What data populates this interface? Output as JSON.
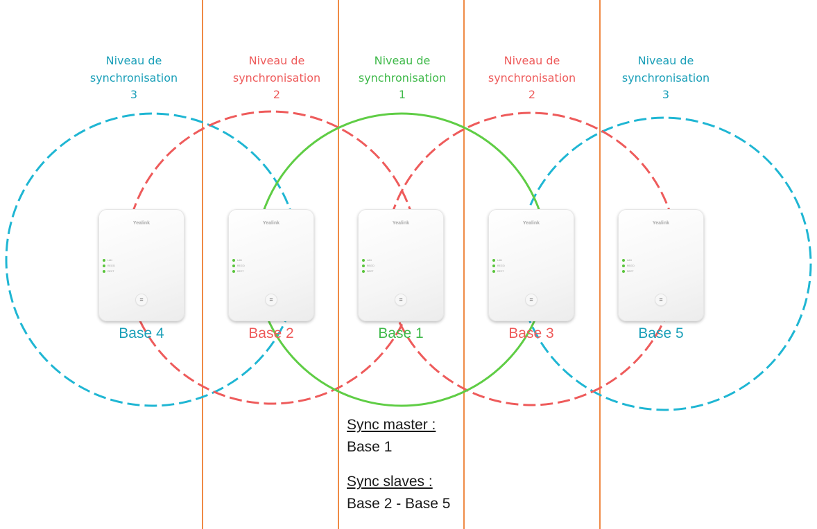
{
  "colors": {
    "level1": "#5fcd45",
    "level2": "#ee5b5b",
    "level3": "#1fb6d3",
    "separator": "#ef8a45",
    "text_sync": "#1a1a1a"
  },
  "level_labels": [
    {
      "line1": "Niveau de",
      "line2": "synchronisation",
      "line3": "3",
      "color": "#1a9fb8"
    },
    {
      "line1": "Niveau de",
      "line2": "synchronisation",
      "line3": "2",
      "color": "#ee5b5b"
    },
    {
      "line1": "Niveau de",
      "line2": "synchronisation",
      "line3": "1",
      "color": "#3fb94a"
    },
    {
      "line1": "Niveau de",
      "line2": "synchronisation",
      "line3": "2",
      "color": "#ee5b5b"
    },
    {
      "line1": "Niveau de",
      "line2": "synchronisation",
      "line3": "3",
      "color": "#1a9fb8"
    }
  ],
  "bases": [
    {
      "label": "Base 4",
      "brand": "Yealink",
      "color": "#1a9fb8"
    },
    {
      "label": "Base 2",
      "brand": "Yealink",
      "color": "#ee5b5b"
    },
    {
      "label": "Base 1",
      "brand": "Yealink",
      "color": "#3fb94a"
    },
    {
      "label": "Base 3",
      "brand": "Yealink",
      "color": "#ee5b5b"
    },
    {
      "label": "Base 5",
      "brand": "Yealink",
      "color": "#1a9fb8"
    }
  ],
  "led_labels": [
    "LAN",
    "REG'D",
    "DECT"
  ],
  "sync": {
    "master_title": "Sync master :",
    "master_value": "Base 1",
    "slaves_title": "Sync slaves :",
    "slaves_value": "Base 2 - Base 5"
  }
}
